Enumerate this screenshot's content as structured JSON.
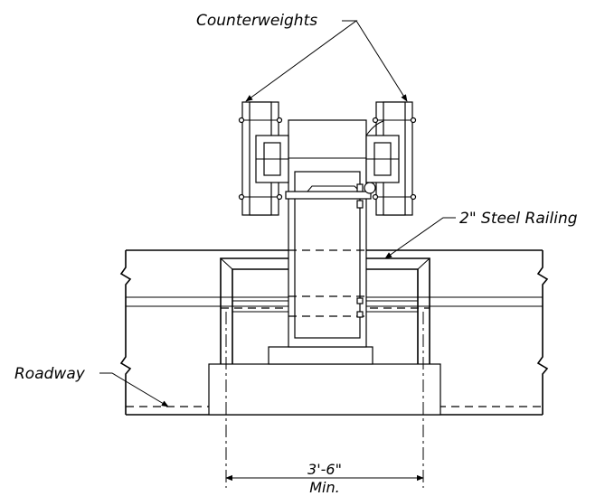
{
  "labels": {
    "counterweights": "Counterweights",
    "steel_railing": "2\" Steel Railing",
    "roadway": "Roadway",
    "dimension": "3'-6\"",
    "dimension_note": "Min."
  },
  "colors": {
    "line": "#000000",
    "background": "#ffffff"
  }
}
